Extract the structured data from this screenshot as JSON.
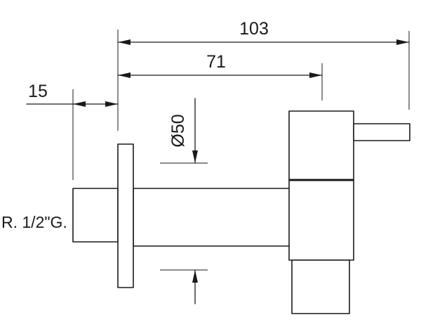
{
  "dimensions": {
    "overall_length": "103",
    "body_offset": "71",
    "flange_offset": "15",
    "diameter": "Ø50"
  },
  "thread": {
    "label": "R. 1/2\"G."
  }
}
